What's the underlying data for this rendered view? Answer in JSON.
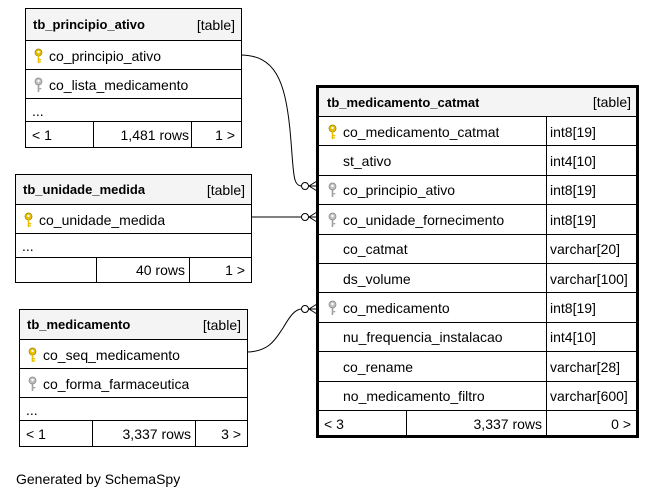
{
  "tables": {
    "principio": {
      "name": "tb_principio_ativo",
      "tag": "[table]",
      "columns": [
        "co_principio_ativo",
        "co_lista_medicamento"
      ],
      "ellipsis": "...",
      "nav_prev": "< 1",
      "rows": "1,481 rows",
      "nav_next": "1 >"
    },
    "unidade": {
      "name": "tb_unidade_medida",
      "tag": "[table]",
      "columns": [
        "co_unidade_medida"
      ],
      "ellipsis": "...",
      "rows": "40 rows",
      "nav_next": "1 >"
    },
    "medicamento": {
      "name": "tb_medicamento",
      "tag": "[table]",
      "columns": [
        "co_seq_medicamento",
        "co_forma_farmaceutica"
      ],
      "ellipsis": "...",
      "nav_prev": "< 1",
      "rows": "3,337 rows",
      "nav_next": "3 >"
    },
    "catmat": {
      "name": "tb_medicamento_catmat",
      "tag": "[table]",
      "columns": [
        {
          "name": "co_medicamento_catmat",
          "type": "int8[19]",
          "key": "primary"
        },
        {
          "name": "st_ativo",
          "type": "int4[10]",
          "key": "none"
        },
        {
          "name": "co_principio_ativo",
          "type": "int8[19]",
          "key": "foreign"
        },
        {
          "name": "co_unidade_fornecimento",
          "type": "int8[19]",
          "key": "foreign"
        },
        {
          "name": "co_catmat",
          "type": "varchar[20]",
          "key": "none"
        },
        {
          "name": "ds_volume",
          "type": "varchar[100]",
          "key": "none"
        },
        {
          "name": "co_medicamento",
          "type": "int8[19]",
          "key": "foreign"
        },
        {
          "name": "nu_frequencia_instalacao",
          "type": "int4[10]",
          "key": "none"
        },
        {
          "name": "co_rename",
          "type": "varchar[28]",
          "key": "none"
        },
        {
          "name": "no_medicamento_filtro",
          "type": "varchar[600]",
          "key": "none"
        }
      ],
      "nav_prev": "< 3",
      "rows": "3,337 rows",
      "nav_next": "0 >"
    }
  },
  "colors": {
    "header_bg": "#f4f4f4",
    "primary_key": "#e8c000",
    "foreign_key": "#a0a0a0"
  },
  "footer": "Generated by SchemaSpy"
}
